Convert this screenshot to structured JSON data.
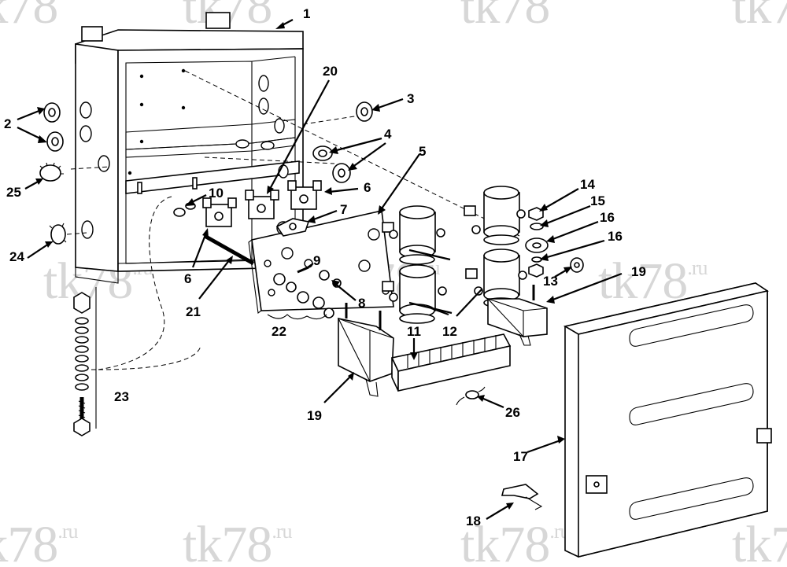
{
  "watermark": {
    "brand": "tk78",
    "suffix": ".ru"
  },
  "callouts": [
    {
      "id": "1",
      "label": "1"
    },
    {
      "id": "2",
      "label": "2"
    },
    {
      "id": "3",
      "label": "3"
    },
    {
      "id": "4",
      "label": "4"
    },
    {
      "id": "5",
      "label": "5"
    },
    {
      "id": "6a",
      "label": "6"
    },
    {
      "id": "6b",
      "label": "6"
    },
    {
      "id": "7",
      "label": "7"
    },
    {
      "id": "8",
      "label": "8"
    },
    {
      "id": "9",
      "label": "9"
    },
    {
      "id": "10",
      "label": "10"
    },
    {
      "id": "11",
      "label": "11"
    },
    {
      "id": "12",
      "label": "12"
    },
    {
      "id": "13",
      "label": "13"
    },
    {
      "id": "14",
      "label": "14"
    },
    {
      "id": "15",
      "label": "15"
    },
    {
      "id": "16a",
      "label": "16"
    },
    {
      "id": "16b",
      "label": "16"
    },
    {
      "id": "17",
      "label": "17"
    },
    {
      "id": "18",
      "label": "18"
    },
    {
      "id": "19a",
      "label": "19"
    },
    {
      "id": "19b",
      "label": "19"
    },
    {
      "id": "20",
      "label": "20"
    },
    {
      "id": "21",
      "label": "21"
    },
    {
      "id": "22",
      "label": "22"
    },
    {
      "id": "23",
      "label": "23"
    },
    {
      "id": "24",
      "label": "24"
    },
    {
      "id": "25",
      "label": "25"
    },
    {
      "id": "26",
      "label": "26"
    }
  ]
}
